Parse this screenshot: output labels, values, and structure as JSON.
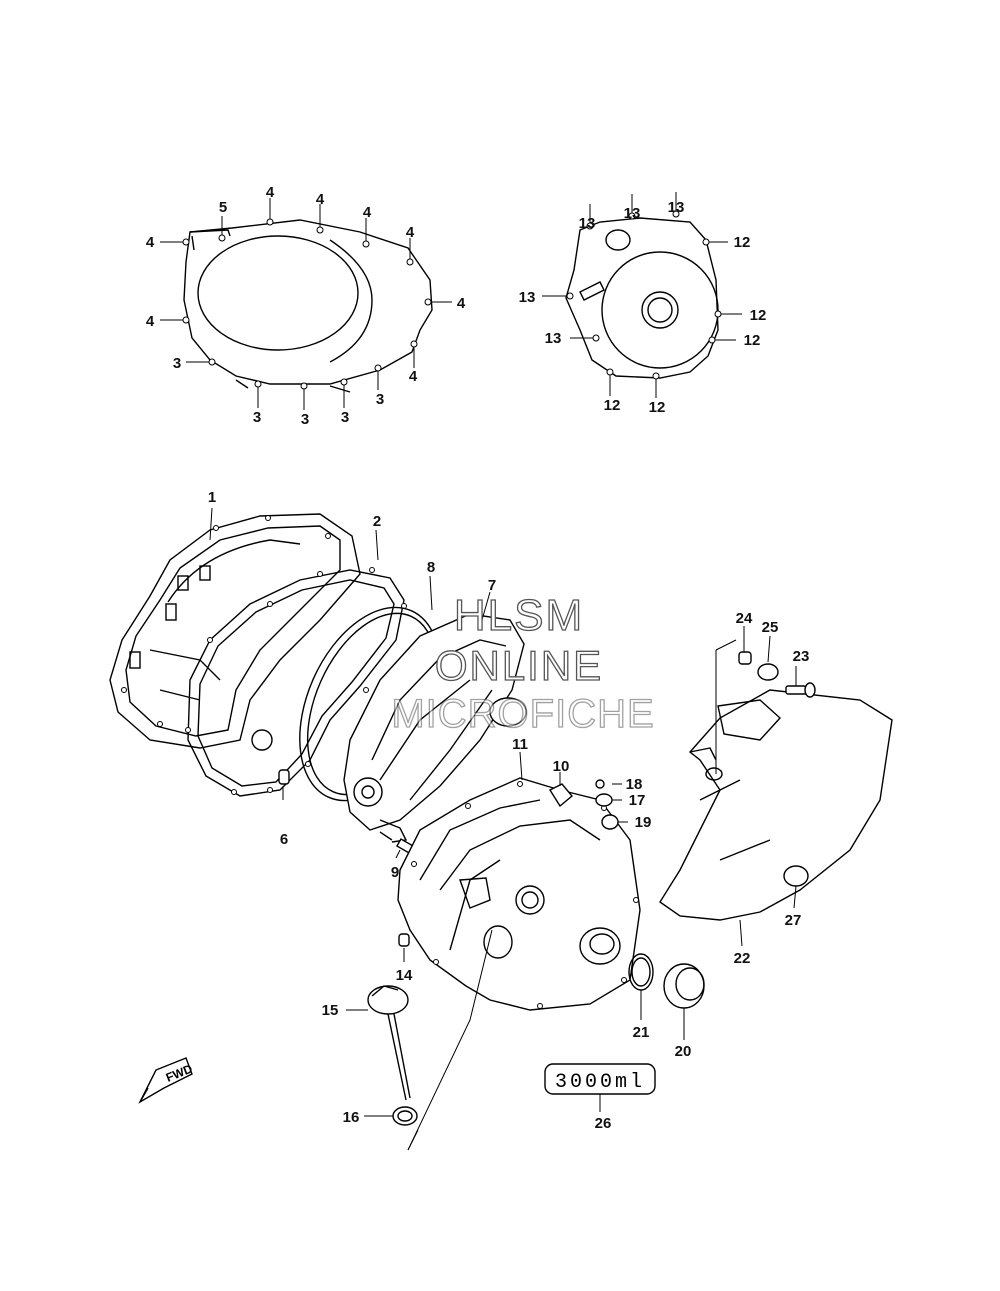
{
  "watermark": {
    "line1": "HLSM",
    "line2": "ONLINE",
    "line3": "MICROFICHE"
  },
  "fwd_label": "FWD",
  "qty_label": "3000ml",
  "callouts": [
    "1",
    "2",
    "3",
    "4",
    "5",
    "6",
    "7",
    "8",
    "9",
    "10",
    "11",
    "12",
    "13",
    "14",
    "15",
    "16",
    "17",
    "18",
    "19",
    "20",
    "21",
    "22",
    "23",
    "24",
    "25",
    "26",
    "27"
  ]
}
